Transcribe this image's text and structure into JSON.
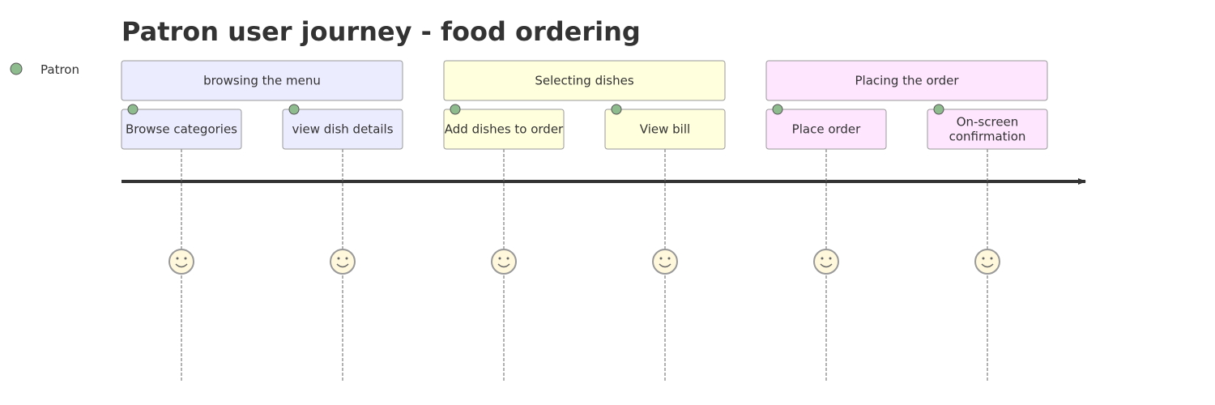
{
  "diagram": {
    "title": "Patron user journey - food ordering",
    "actors": [
      {
        "name": "Patron",
        "color": "#8fbc8f"
      }
    ],
    "sections": [
      {
        "label": "browsing the menu",
        "fill": "#ececff",
        "tasks": [
          {
            "label": "Browse categories",
            "score": 5,
            "actors": [
              "Patron"
            ]
          },
          {
            "label": "view dish details",
            "score": 5,
            "actors": [
              "Patron"
            ]
          }
        ]
      },
      {
        "label": "Selecting dishes",
        "fill": "#ffffde",
        "tasks": [
          {
            "label": "Add dishes to order",
            "score": 5,
            "actors": [
              "Patron"
            ]
          },
          {
            "label": "View bill",
            "score": 5,
            "actors": [
              "Patron"
            ]
          }
        ]
      },
      {
        "label": "Placing the order",
        "fill": "#ffe6ff",
        "tasks": [
          {
            "label": "Place order",
            "score": 5,
            "actors": [
              "Patron"
            ]
          },
          {
            "label": "On-screen confirmation",
            "score": 5,
            "actors": [
              "Patron"
            ]
          }
        ]
      }
    ],
    "colors": {
      "text": "#333333",
      "box_stroke": "#9a9a9a",
      "timeline": "#333333",
      "face_fill": "#fff8dc",
      "face_stroke": "#999999"
    }
  }
}
